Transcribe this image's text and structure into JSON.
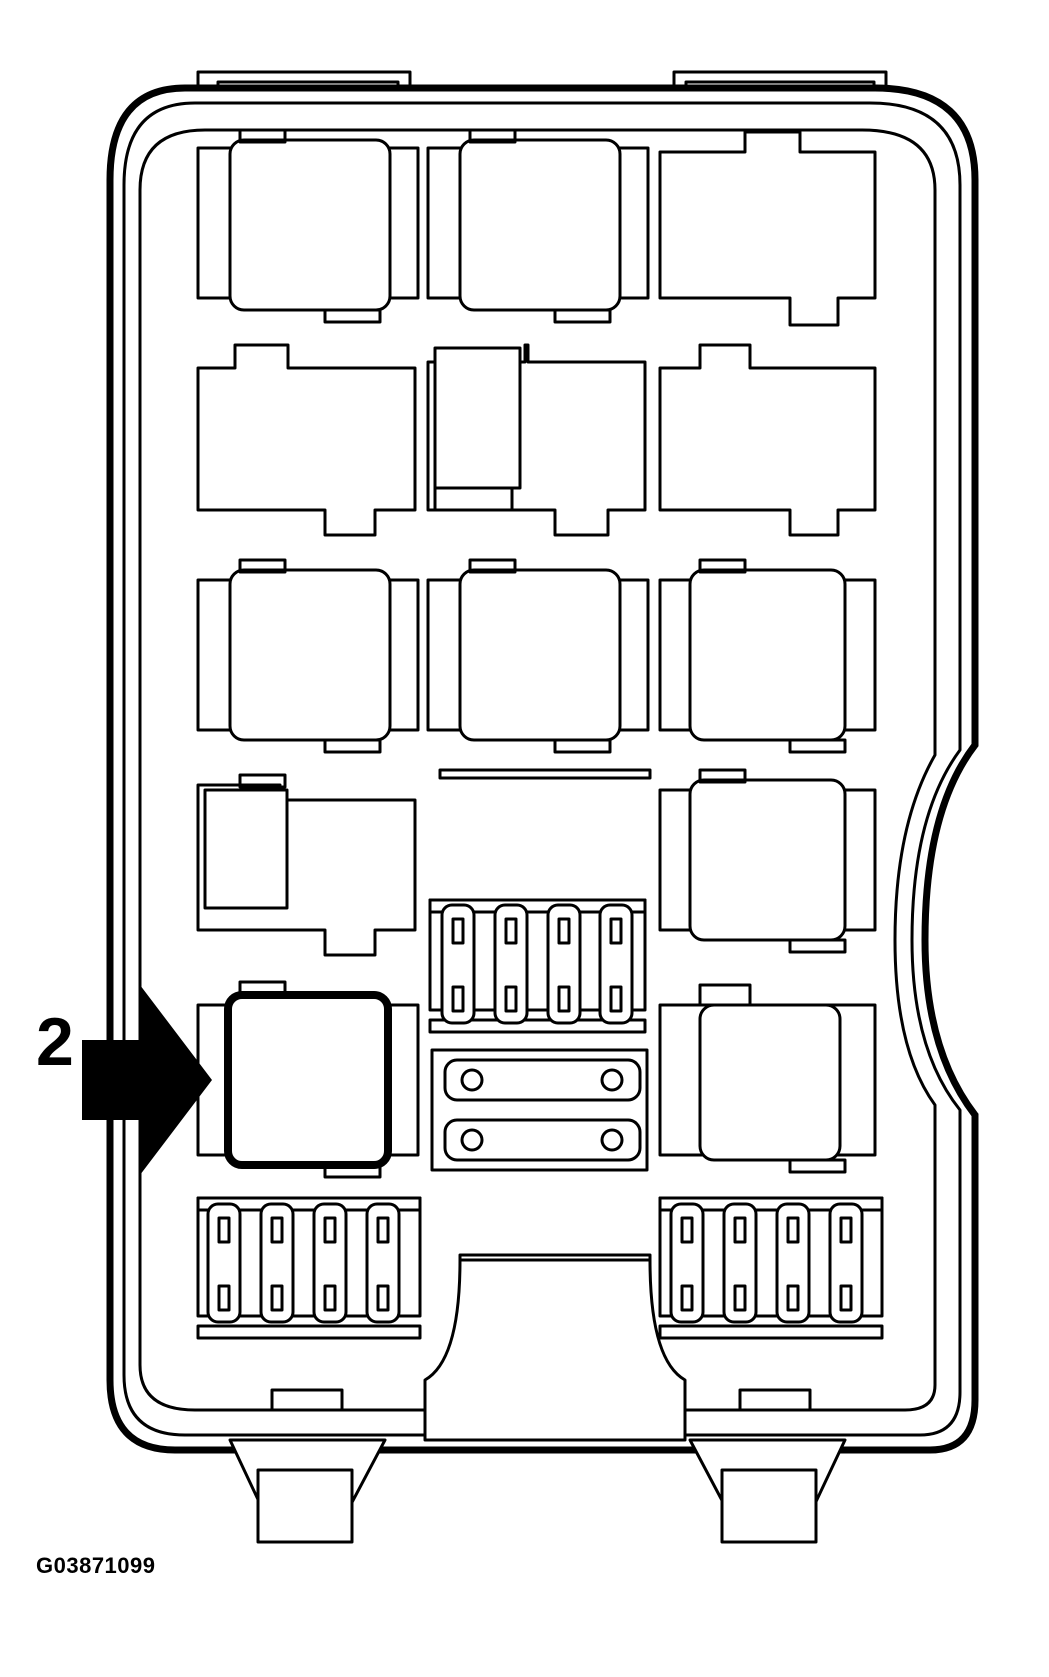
{
  "diagram": {
    "callout_label": "2",
    "figure_id": "G03871099",
    "highlighted_relay": "2"
  }
}
